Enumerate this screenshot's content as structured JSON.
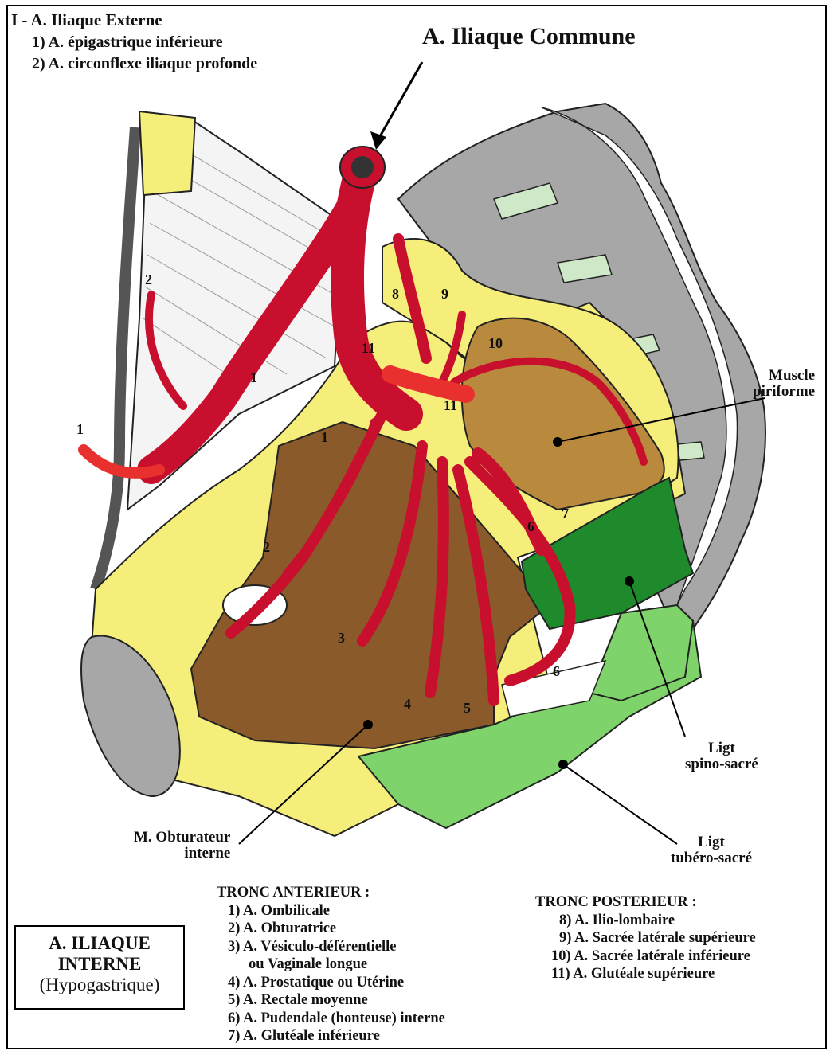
{
  "header": {
    "external_title": "I - A. Iliaque Externe",
    "external_branches": [
      "1) A. épigastrique inférieure",
      "2) A. circonflexe iliaque profonde"
    ],
    "common_title": "A. Iliaque Commune"
  },
  "structures": {
    "piriformis": [
      "Muscle",
      "piriforme"
    ],
    "sacrospinous": [
      "Ligt",
      "spino-sacré"
    ],
    "sacrotuberous": [
      "Ligt",
      "tubéro-sacré"
    ],
    "obturator": [
      "M. Obturateur",
      "interne"
    ]
  },
  "markers": {
    "n1_left": "1",
    "n2_left": "2",
    "n1_ext": "1",
    "n1_ant": "1",
    "n2_ant": "2",
    "n3": "3",
    "n4": "4",
    "n5": "5",
    "n6a": "6",
    "n6b": "6",
    "n7": "7",
    "n8": "8",
    "n9": "9",
    "n10": "10",
    "n11a": "11",
    "n11b": "11"
  },
  "legend_anterior": {
    "title": "TRONC ANTERIEUR :",
    "items": [
      "1) A. Ombilicale",
      "2) A. Obturatrice",
      "3) A. Vésiculo-déférentielle",
      "ou Vaginale longue",
      "4) A. Prostatique ou Utérine",
      "5) A. Rectale moyenne",
      "6) A. Pudendale (honteuse) interne",
      "7) A. Glutéale inférieure"
    ]
  },
  "legend_posterior": {
    "title": "TRONC POSTERIEUR :",
    "items": [
      "8) A. Ilio-lombaire",
      "9) A. Sacrée latérale supérieure",
      "10) A. Sacrée latérale inférieure",
      "11) A. Glutéale supérieure"
    ]
  },
  "title_box": [
    "A. ILIAQUE",
    "INTERNE",
    "(Hypogastrique)"
  ],
  "colors": {
    "artery": "#c8102e",
    "artery_light": "#e8312f",
    "bone_yellow": "#f6ee7a",
    "obturator_brown": "#8a5a2b",
    "piriformis_tan": "#b98a3e",
    "ligament_dark_green": "#1f8a2c",
    "ligament_light_green": "#7ed46b",
    "sacrum_gray": "#a7a7a7",
    "teal": "#cfe9c8"
  }
}
